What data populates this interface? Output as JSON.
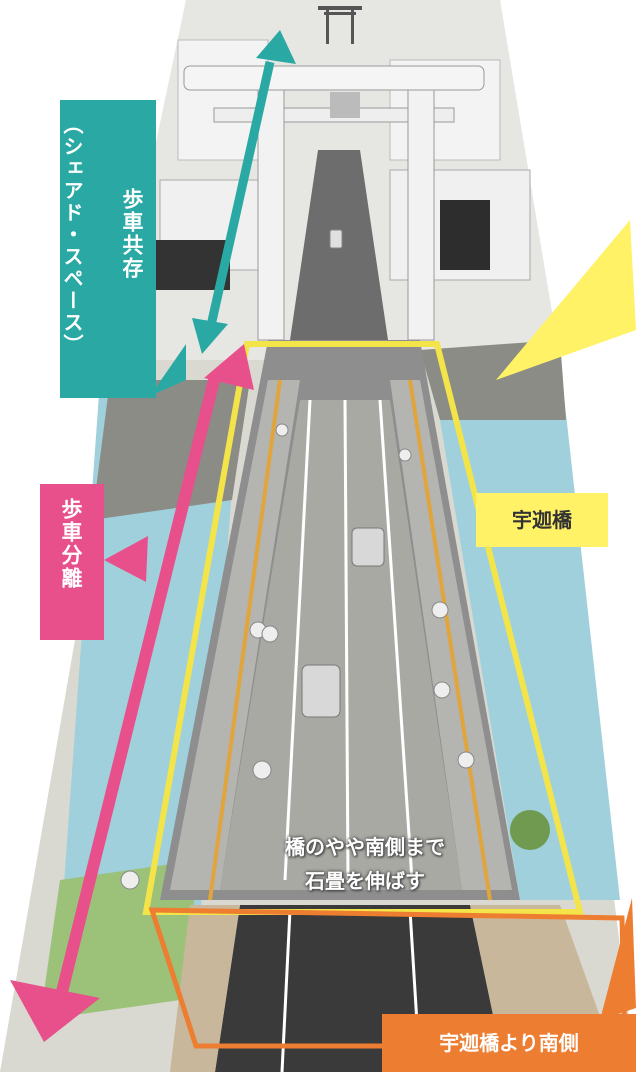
{
  "labels": {
    "shared_space_main": "歩車共存",
    "shared_space_sub": "（シェアド・スペース）",
    "separated": "歩車分離",
    "bridge_name": "宇迦橋",
    "south_of_bridge": "宇迦橋より南側",
    "stone_pavement_note_line1": "橋のやや南側まで",
    "stone_pavement_note_line2": "石畳を伸ばす"
  },
  "colors": {
    "teal": "#2aa9a4",
    "pink": "#e8508b",
    "yellow": "#fff266",
    "yellow_frame": "#f3e44a",
    "orange": "#ed7d31",
    "river": "#9fd0dc",
    "road": "#8e8e8e",
    "asphalt": "#3a3a3a"
  }
}
